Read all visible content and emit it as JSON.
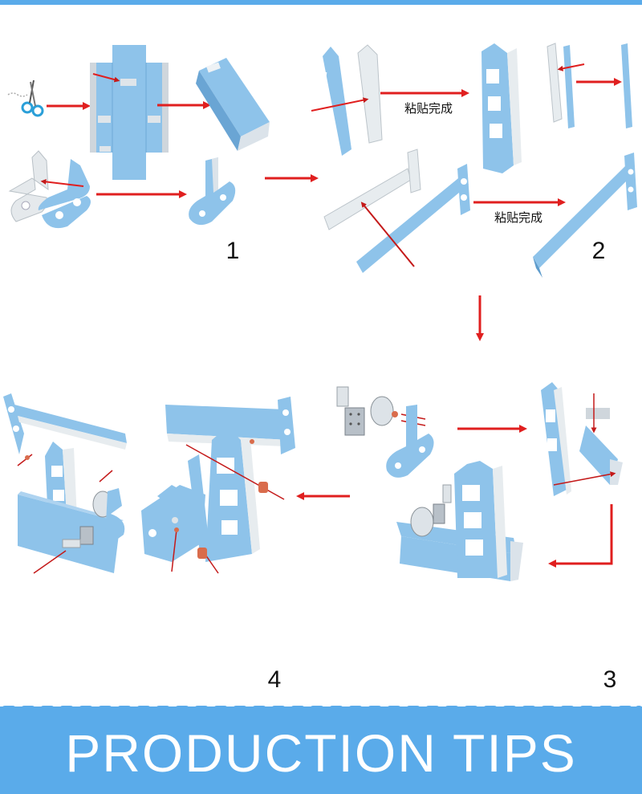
{
  "steps": [
    {
      "number": "1"
    },
    {
      "number": "2",
      "labels": [
        "粘贴完成",
        "粘贴完成"
      ]
    },
    {
      "number": "3"
    },
    {
      "number": "4"
    }
  ],
  "footer": {
    "title": "PRODUCTION TIPS"
  },
  "colors": {
    "part_blue": "#8ec3ea",
    "part_blue_dark": "#5e9ccc",
    "part_white": "#e9eef2",
    "arrow_red": "#e01f1f",
    "footer_blue": "#5aabea"
  }
}
